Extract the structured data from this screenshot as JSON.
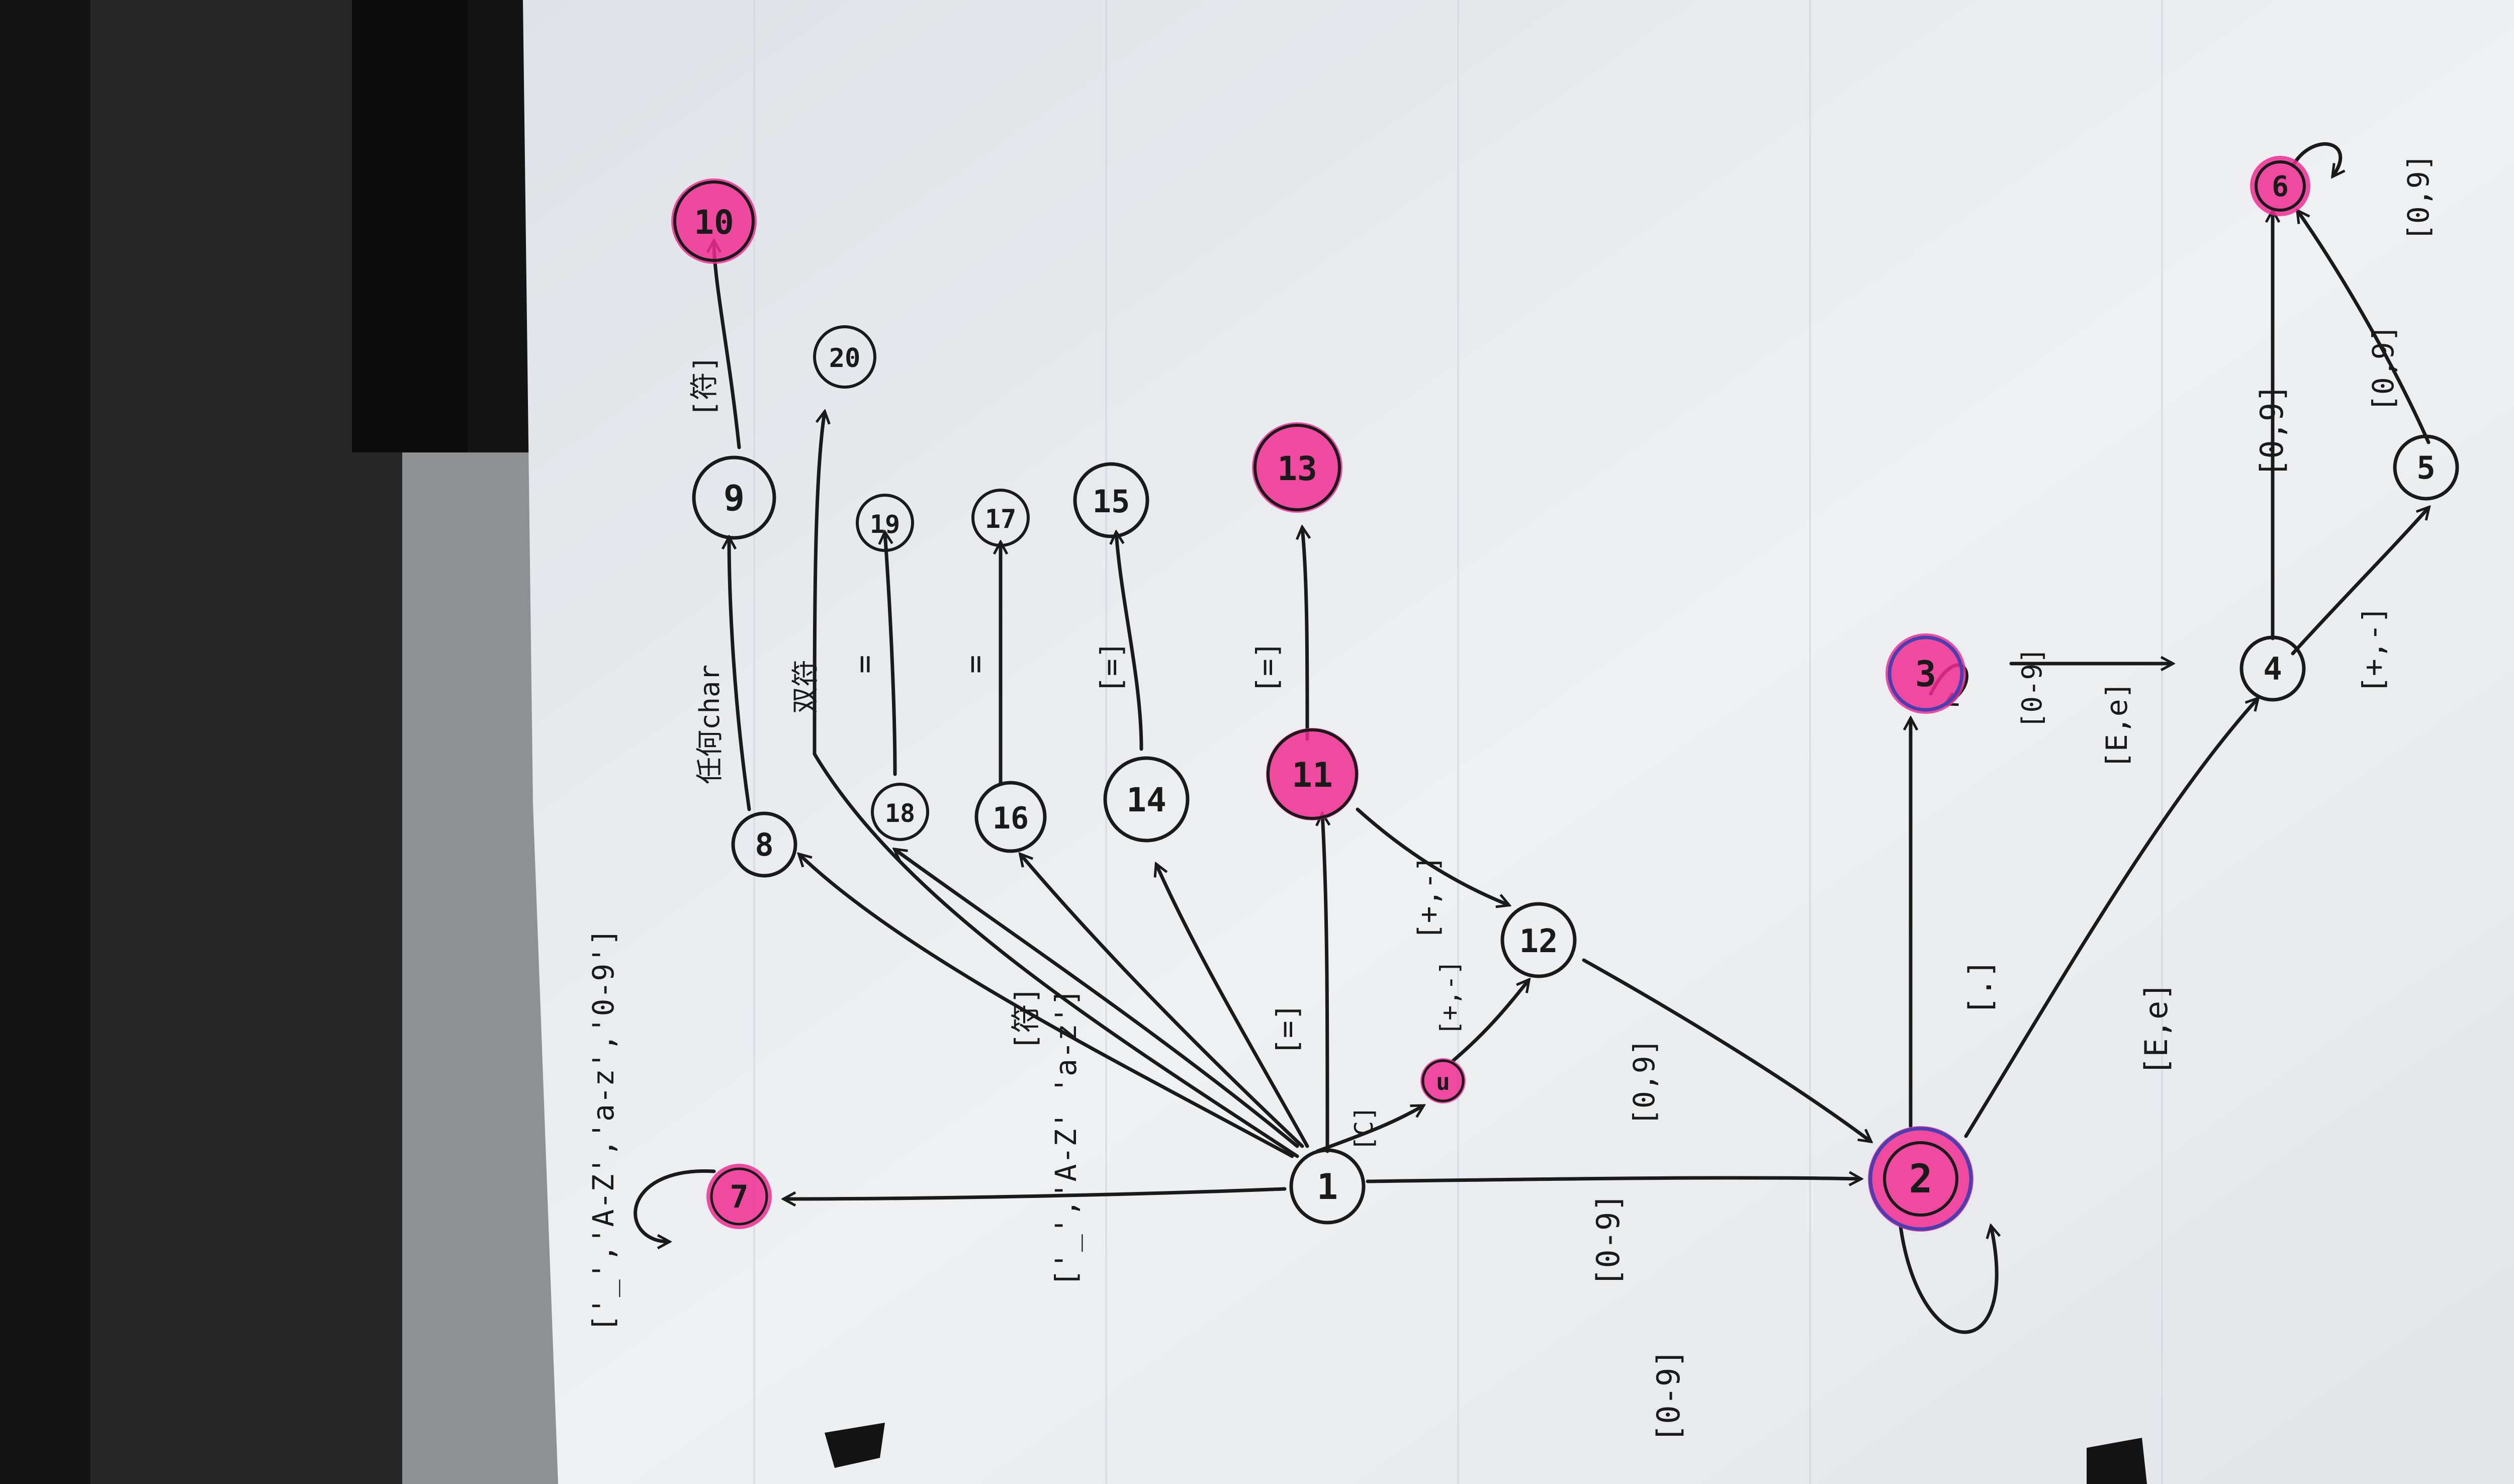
{
  "photo": {
    "subject": "hand-drawn state transition diagram on notebook paper, rotated sideways",
    "colors": {
      "background_dark": "#141414",
      "paper": "#e9ebee",
      "ink": "#1a1a1a",
      "highlighter": "#f02d92",
      "accept_ring": "#4a3fb0"
    }
  },
  "states": [
    {
      "id": "1",
      "label": "1",
      "accept": false
    },
    {
      "id": "2",
      "label": "2",
      "accept": true
    },
    {
      "id": "3",
      "label": "3",
      "accept": true
    },
    {
      "id": "4",
      "label": "4",
      "accept": false
    },
    {
      "id": "5",
      "label": "5",
      "accept": false
    },
    {
      "id": "6",
      "label": "6",
      "accept": true
    },
    {
      "id": "7",
      "label": "7",
      "accept": true
    },
    {
      "id": "8",
      "label": "8",
      "accept": false
    },
    {
      "id": "9",
      "label": "9",
      "accept": false
    },
    {
      "id": "10",
      "label": "10",
      "accept": true
    },
    {
      "id": "11",
      "label": "11",
      "accept": true
    },
    {
      "id": "12",
      "label": "12",
      "accept": false
    },
    {
      "id": "13",
      "label": "13",
      "accept": true
    },
    {
      "id": "14",
      "label": "14",
      "accept": false
    },
    {
      "id": "15",
      "label": "15",
      "accept": false
    },
    {
      "id": "16",
      "label": "16",
      "accept": false
    },
    {
      "id": "17",
      "label": "17",
      "accept": false
    },
    {
      "id": "18",
      "label": "18",
      "accept": false
    },
    {
      "id": "19",
      "label": "19",
      "accept": false
    },
    {
      "id": "20",
      "label": "20",
      "accept": false
    },
    {
      "id": "u",
      "label": "u",
      "accept": true
    }
  ],
  "transitions": [
    {
      "from": "1",
      "to": "7",
      "label": "['_','A-Z' 'a-z']"
    },
    {
      "from": "7",
      "to": "7",
      "label": "['_','A-Z','a-z','0-9']"
    },
    {
      "from": "1",
      "to": "2",
      "label": "[0-9]"
    },
    {
      "from": "2",
      "to": "2",
      "label": "[0-9]"
    },
    {
      "from": "2",
      "to": "3",
      "label": "[.]"
    },
    {
      "from": "3",
      "to": "3",
      "label": "[0-9]"
    },
    {
      "from": "3",
      "to": "4",
      "label": "[E,e]"
    },
    {
      "from": "2",
      "to": "4",
      "label": "[E,e]"
    },
    {
      "from": "4",
      "to": "6",
      "label": "[0,9]"
    },
    {
      "from": "4",
      "to": "5",
      "label": "[+,-]"
    },
    {
      "from": "5",
      "to": "6",
      "label": "[0,9]"
    },
    {
      "from": "6",
      "to": "6",
      "label": "[0,9]"
    },
    {
      "from": "1",
      "to": "u",
      "label": "[C]"
    },
    {
      "from": "u",
      "to": "12",
      "label": "[+,-]"
    },
    {
      "from": "1",
      "to": "11",
      "label": "[=]"
    },
    {
      "from": "11",
      "to": "12",
      "label": "[+,-]"
    },
    {
      "from": "12",
      "to": "2",
      "label": "[0,9]"
    },
    {
      "from": "11",
      "to": "13",
      "label": "[=]"
    },
    {
      "from": "1",
      "to": "14",
      "label": ""
    },
    {
      "from": "14",
      "to": "15",
      "label": "[=]"
    },
    {
      "from": "1",
      "to": "16",
      "label": "[符]"
    },
    {
      "from": "16",
      "to": "17",
      "label": "="
    },
    {
      "from": "1",
      "to": "18",
      "label": ""
    },
    {
      "from": "18",
      "to": "19",
      "label": "="
    },
    {
      "from": "1",
      "to": "20",
      "label": ""
    },
    {
      "from": "1",
      "to": "8",
      "label": ""
    },
    {
      "from": "8",
      "to": "9",
      "label": "任何char"
    },
    {
      "from": "9",
      "to": "10",
      "label": "[符]"
    }
  ],
  "annotations": [
    {
      "id": "quote-label",
      "text": "双符"
    }
  ]
}
